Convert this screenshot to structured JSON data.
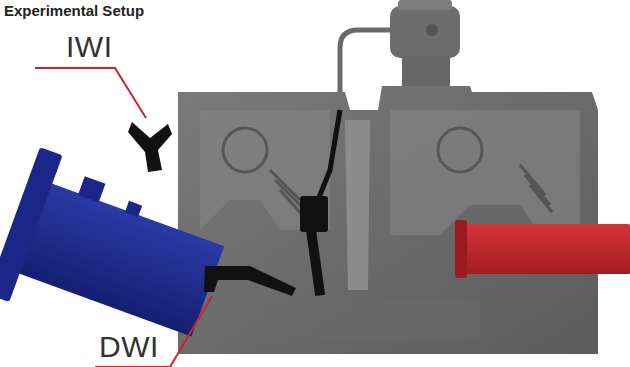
{
  "diagram": {
    "title": "Experimental Setup",
    "labels": [
      "IWI",
      "DWI"
    ]
  }
}
